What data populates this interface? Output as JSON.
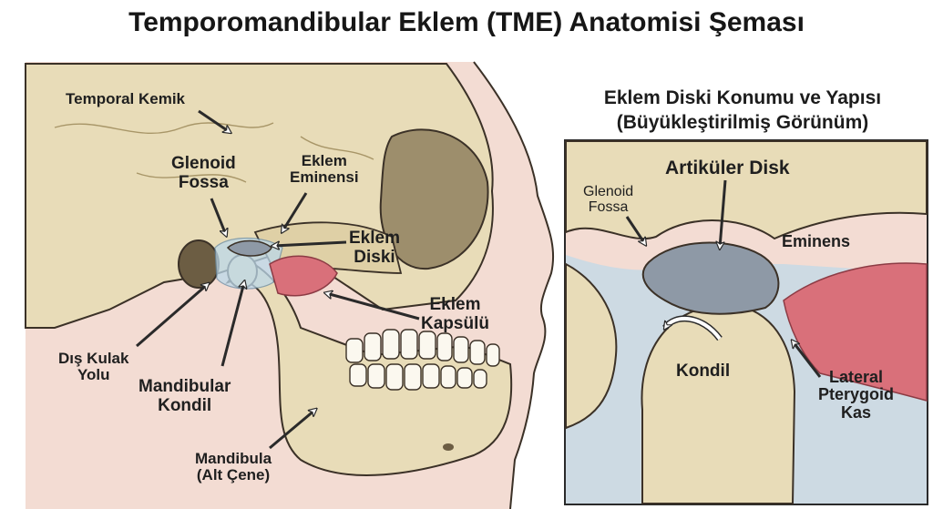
{
  "title": "Temporomandibular Eklem (TME) Anatomisi Şeması",
  "inset": {
    "title_line1": "Eklem Diski Konumu ve Yapısı",
    "title_line2": "(Büyükleştirilmiş Görünüm)"
  },
  "labels": {
    "temporal_kemik": "Temporal Kemik",
    "glenoid_fossa_1": "Glenoid",
    "glenoid_fossa_2": "Fossa",
    "eklem_eminensi_1": "Eklem",
    "eklem_eminensi_2": "Eminensi",
    "eklem_diski_1": "Eklem",
    "eklem_diski_2": "Diski",
    "eklem_kapsulu_1": "Eklem",
    "eklem_kapsulu_2": "Kapsülü",
    "dis_kulak_1": "Dış Kulak",
    "dis_kulak_2": "Yolu",
    "mandibular_kondil_1": "Mandibular",
    "mandibular_kondil_2": "Kondil",
    "mandibula_1": "Mandibula",
    "mandibula_2": "(Alt Çene)"
  },
  "inset_labels": {
    "artikuler_disk": "Artiküler Disk",
    "glenoid_fossa_1": "Glenoid",
    "glenoid_fossa_2": "Fossa",
    "eminens": "Eminens",
    "kondil": "Kondil",
    "lateral_1": "Lateral",
    "lateral_2": "Pterygoid",
    "lateral_3": "Kas"
  },
  "colors": {
    "bone": "#e8dcb8",
    "bone_shadow": "#c9b98c",
    "skin": "#f3dcd3",
    "disc": "#8e99a6",
    "capsule": "#bcd8ea",
    "muscle": "#d9707a",
    "outline": "#3b3127"
  }
}
